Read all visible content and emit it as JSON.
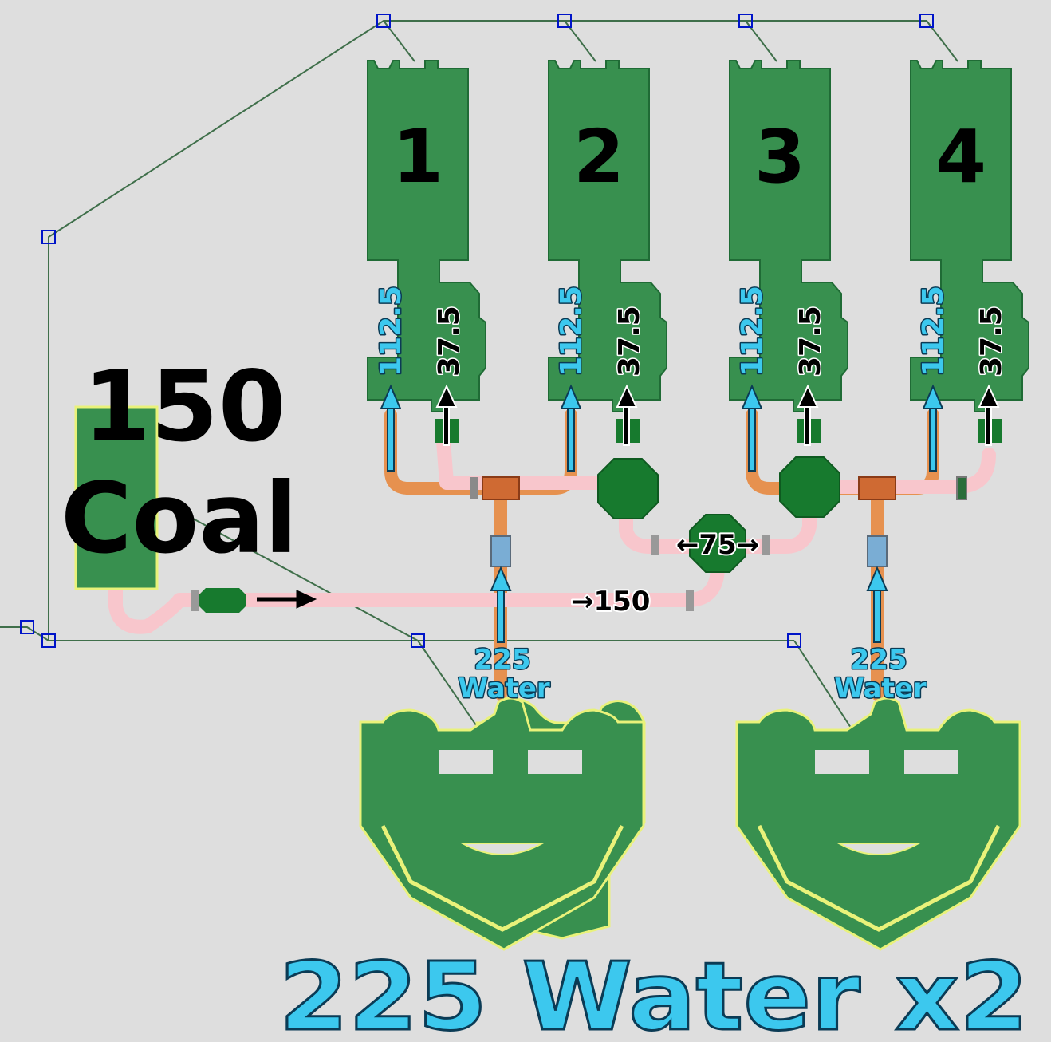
{
  "generators": [
    {
      "label": "1",
      "water_in": "112.5",
      "steam_in": "37.5"
    },
    {
      "label": "2",
      "water_in": "112.5",
      "steam_in": "37.5"
    },
    {
      "label": "3",
      "water_in": "112.5",
      "steam_in": "37.5"
    },
    {
      "label": "4",
      "water_in": "112.5",
      "steam_in": "37.5"
    }
  ],
  "coal": {
    "amount": "150",
    "label": "Coal"
  },
  "flows": {
    "main_pipe": "→150",
    "split": "←75→"
  },
  "pumps": [
    {
      "amount": "225",
      "label": "Water"
    },
    {
      "amount": "225",
      "label": "Water"
    }
  ],
  "footer": "225 Water x2",
  "colors": {
    "building": "#38904f",
    "building_outline": "#1f6b35",
    "water": "#3cc8ee",
    "water_pipe": "#e6914f",
    "steam_pipe": "#f8c6cc",
    "wire": "#3f6f4a",
    "node": "#0014c8",
    "highlight": "#e9f27a"
  }
}
